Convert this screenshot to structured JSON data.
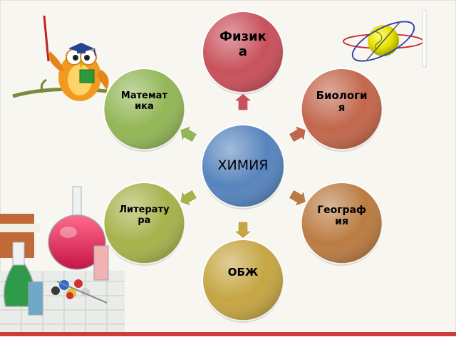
{
  "slide": {
    "background": "#f7f6f0",
    "footer_color": "#cf3b3b"
  },
  "diagram": {
    "center": {
      "label": "ХИМИЯ",
      "color": "#5784bd"
    },
    "satellites": [
      {
        "id": "physics",
        "label": "Физика",
        "color": "#c8515b"
      },
      {
        "id": "biology",
        "label": "Биология",
        "color": "#c2674c"
      },
      {
        "id": "geography",
        "label": "География",
        "color": "#bb7c43"
      },
      {
        "id": "obzh",
        "label": "ОБЖ",
        "color": "#c5a543"
      },
      {
        "id": "literature",
        "label": "Литература",
        "color": "#a7b24c"
      },
      {
        "id": "math",
        "label": "Математика",
        "color": "#93b657"
      }
    ]
  },
  "decorations": {
    "owl_icon": "owl-teacher-icon",
    "globe_icon": "globe-orbit-icon",
    "lab_icon": "lab-flasks-icon"
  }
}
